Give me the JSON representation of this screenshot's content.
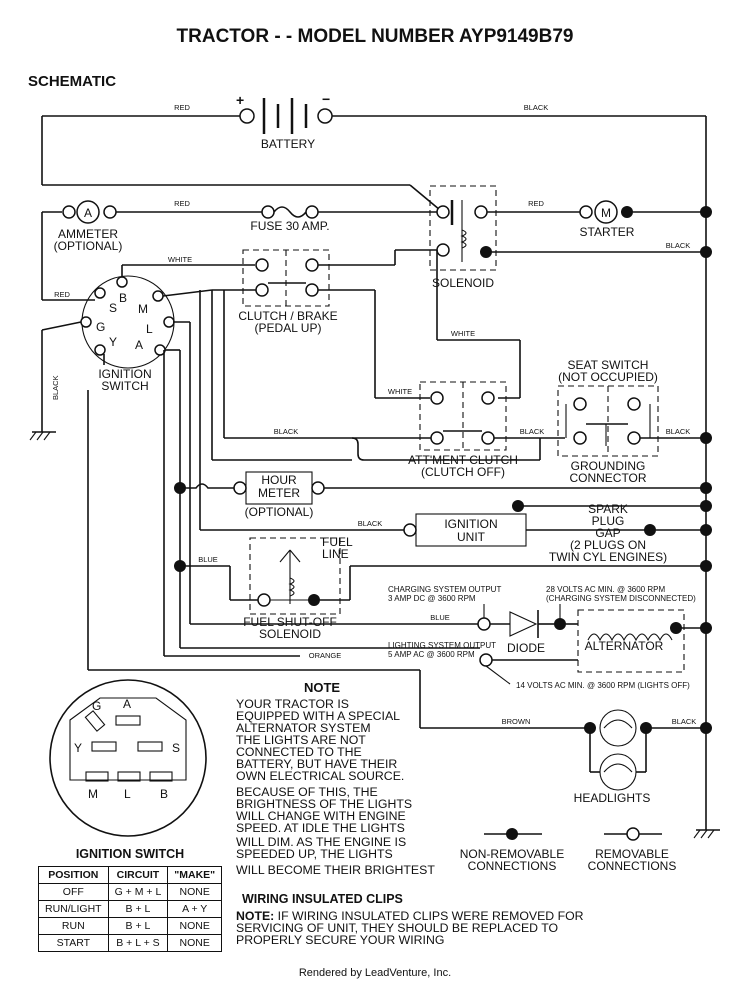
{
  "title": "TRACTOR - - MODEL NUMBER AYP9149B79",
  "section": "SCHEMATIC",
  "components": {
    "battery": "BATTERY",
    "battery_plus": "+",
    "battery_minus": "−",
    "ammeter": "AMMETER",
    "ammeter_opt": "(OPTIONAL)",
    "ammeter_letter": "A",
    "fuse": "FUSE 30 AMP.",
    "starter": "STARTER",
    "starter_letter": "M",
    "solenoid": "SOLENOID",
    "clutch1": "CLUTCH / BRAKE",
    "clutch2": "(PEDAL UP)",
    "ign1": "IGNITION",
    "ign2": "SWITCH",
    "seat1": "SEAT SWITCH",
    "seat2": "(NOT OCCUPIED)",
    "ground1": "GROUNDING",
    "ground2": "CONNECTOR",
    "att1": "ATT'MENT CLUTCH",
    "att2": "(CLUTCH OFF)",
    "hour1": "HOUR",
    "hour2": "METER",
    "hour3": "(OPTIONAL)",
    "unit1": "IGNITION",
    "unit2": "UNIT",
    "spark1": "SPARK",
    "spark2": "PLUG",
    "spark3": "GAP",
    "spark4": "(2 PLUGS ON",
    "spark5": "TWIN CYL ENGINES)",
    "fuel1": "FUEL",
    "fuel2": "LINE",
    "fso1": "FUEL SHUT-OFF",
    "fso2": "SOLENOID",
    "diode": "DIODE",
    "alternator": "ALTERNATOR",
    "headlights": "HEADLIGHTS",
    "charge1": "CHARGING SYSTEM OUTPUT",
    "charge2": "3 AMP DC @ 3600 RPM",
    "volts28a": "28 VOLTS AC MIN. @ 3600 RPM",
    "volts28b": "(CHARGING SYSTEM DISCONNECTED)",
    "light1": "LIGHTING SYSTEM OUTPUT",
    "light2": "5 AMP AC @ 3600 RPM",
    "volts14": "14 VOLTS AC MIN. @ 3600 RPM (LIGHTS OFF)"
  },
  "switch_letters": {
    "B": "B",
    "S": "S",
    "M": "M",
    "L": "L",
    "A": "A",
    "Y": "Y",
    "G": "G"
  },
  "wires": {
    "red": "RED",
    "black": "BLACK",
    "white": "WHITE",
    "blue": "BLUE",
    "orange": "ORANGE",
    "brown": "BROWN"
  },
  "note": {
    "heading": "NOTE",
    "lines": [
      "YOUR TRACTOR IS",
      "EQUIPPED WITH A SPECIAL",
      "ALTERNATOR SYSTEM",
      "THE LIGHTS ARE NOT",
      "CONNECTED TO THE",
      "BATTERY, BUT HAVE THEIR",
      "OWN ELECTRICAL SOURCE.",
      "BECAUSE OF THIS, THE",
      "BRIGHTNESS OF THE LIGHTS",
      "WILL CHANGE WITH ENGINE",
      "SPEED.  AT IDLE THE LIGHTS",
      "WILL DIM.  AS THE ENGINE IS",
      "SPEEDED UP, THE LIGHTS",
      "WILL BECOME THEIR BRIGHTEST"
    ]
  },
  "legend": {
    "nonremovable1": "NON-REMOVABLE",
    "nonremovable2": "CONNECTIONS",
    "removable1": "REMOVABLE",
    "removable2": "CONNECTIONS"
  },
  "clips": {
    "heading": "WIRING INSULATED CLIPS",
    "note_label": "NOTE:",
    "lines": [
      " IF WIRING INSULATED CLIPS WERE REMOVED FOR",
      "SERVICING OF UNIT, THEY SHOULD BE REPLACED TO",
      "PROPERLY SECURE YOUR WIRING"
    ]
  },
  "ignition_table": {
    "title": "IGNITION SWITCH",
    "headers": [
      "POSITION",
      "CIRCUIT",
      "\"MAKE\""
    ],
    "rows": [
      [
        "OFF",
        "G + M + L",
        "NONE"
      ],
      [
        "RUN/LIGHT",
        "B + L",
        "A + Y"
      ],
      [
        "RUN",
        "B + L",
        "NONE"
      ],
      [
        "START",
        "B + L + S",
        "NONE"
      ]
    ]
  },
  "footer": "Rendered by LeadVenture, Inc."
}
